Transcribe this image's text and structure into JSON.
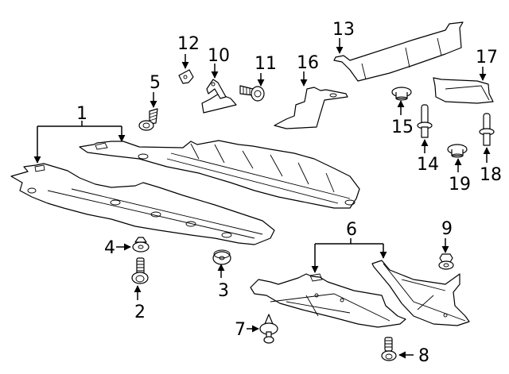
{
  "diagram": {
    "title": "Splash shield / underbody shield parts diagram",
    "background": "#ffffff",
    "line_color": "#000000",
    "callouts": [
      {
        "id": "1",
        "label": "1",
        "part": "underbody shield (front and rear panels)"
      },
      {
        "id": "2",
        "label": "2",
        "part": "bolt"
      },
      {
        "id": "3",
        "label": "3",
        "part": "nut"
      },
      {
        "id": "4",
        "label": "4",
        "part": "washer/grommet"
      },
      {
        "id": "5",
        "label": "5",
        "part": "bolt"
      },
      {
        "id": "6",
        "label": "6",
        "part": "splash shields (left and right)"
      },
      {
        "id": "7",
        "label": "7",
        "part": "push-pin retainer"
      },
      {
        "id": "8",
        "label": "8",
        "part": "bolt"
      },
      {
        "id": "9",
        "label": "9",
        "part": "nut"
      },
      {
        "id": "10",
        "label": "10",
        "part": "bracket"
      },
      {
        "id": "11",
        "label": "11",
        "part": "bolt"
      },
      {
        "id": "12",
        "label": "12",
        "part": "clip"
      },
      {
        "id": "13",
        "label": "13",
        "part": "shield panel"
      },
      {
        "id": "14",
        "label": "14",
        "part": "stud"
      },
      {
        "id": "15",
        "label": "15",
        "part": "nut"
      },
      {
        "id": "16",
        "label": "16",
        "part": "bracket"
      },
      {
        "id": "17",
        "label": "17",
        "part": "shield"
      },
      {
        "id": "18",
        "label": "18",
        "part": "stud"
      },
      {
        "id": "19",
        "label": "19",
        "part": "nut"
      }
    ]
  }
}
